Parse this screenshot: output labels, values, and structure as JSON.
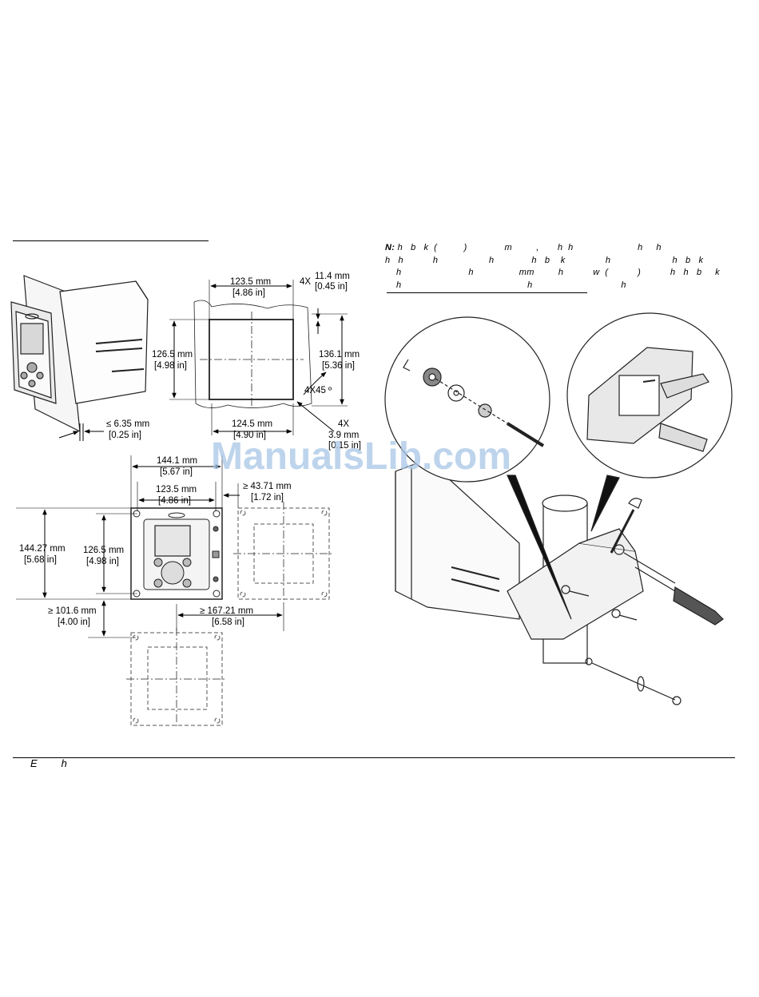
{
  "note": {
    "label": "N",
    "colon": ":",
    "lines": [
      "h   b   k  (          )              m         ,       h  h                        h     h",
      "h   h           h                   h              h   b    k               h                       h   b   k",
      "h                         h                 mm         h           w  (           )           h   h   b     k",
      "h                                               h                                 h"
    ]
  },
  "footer": {
    "left": "E",
    "right": "h"
  },
  "watermark": "ManualsLib.com",
  "dims_top": {
    "w1_mm": "123.5 mm",
    "w1_in": "[4.86 in]",
    "x4": "4X",
    "r_mm": "11.4 mm",
    "r_in": "[0.45 in]",
    "h1_mm": "126.5 mm",
    "h1_in": "[4.98 in]",
    "h2_mm": "136.1 mm",
    "h2_in": "[5.36 in]",
    "chamfer": "4X45 º",
    "w2_mm": "124.5 mm",
    "w2_in": "[4.90 in]",
    "x4b": "4X",
    "c_mm": "3.9 mm",
    "c_in": "[0.15 in]",
    "t_mm": "≤ 6.35 mm",
    "t_in": "[0.25 in]"
  },
  "dims_bottom": {
    "w_mm": "144.1 mm",
    "w_in": "[5.67 in]",
    "w2_mm": "123.5 mm",
    "w2_in": "[4.86 in]",
    "gap_mm": "≥ 43.71 mm",
    "gap_in": "[1.72 in]",
    "h_mm": "144.27 mm",
    "h_in": "[5.68 in]",
    "h2_mm": "126.5 mm",
    "h2_in": "[4.98 in]",
    "vgap_mm": "≥ 101.6 mm",
    "vgap_in": "[4.00 in]",
    "pitch_mm": "≥ 167.21 mm",
    "pitch_in": "[6.58 in]"
  }
}
